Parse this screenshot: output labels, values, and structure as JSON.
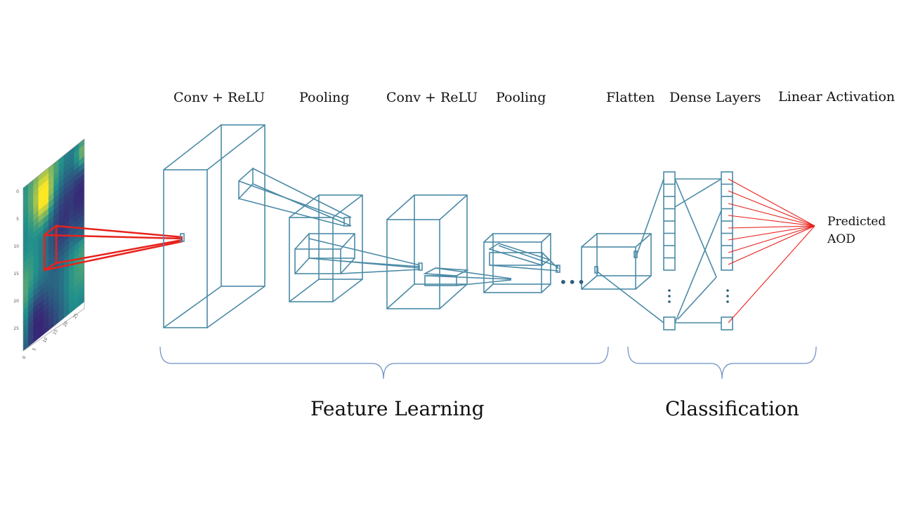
{
  "diagram": {
    "stage_labels": {
      "conv1": "Conv + ReLU",
      "pool1": "Pooling",
      "conv2": "Conv + ReLU",
      "pool2": "Pooling",
      "flatten": "Flatten",
      "dense": "Dense Layers",
      "linear": "Linear Activation"
    },
    "section_labels": {
      "feature": "Feature Learning",
      "classification": "Classification"
    },
    "output_label": {
      "line1": "Predicted",
      "line2": "AOD"
    },
    "ellipsis": "•••",
    "heatmap": {
      "y_ticks": [
        "0",
        "5",
        "10",
        "15",
        "20",
        "25"
      ],
      "x_ticks": [
        "0",
        "5",
        "10",
        "15",
        "20",
        "25"
      ]
    },
    "colors": {
      "layer_stroke": "#4a8aa6",
      "connection_red": "#e8221c",
      "bracket": "#6a8fc4",
      "heat_low": "#3b0f70",
      "heat_mid": "#21918c",
      "heat_high": "#fde725"
    }
  }
}
